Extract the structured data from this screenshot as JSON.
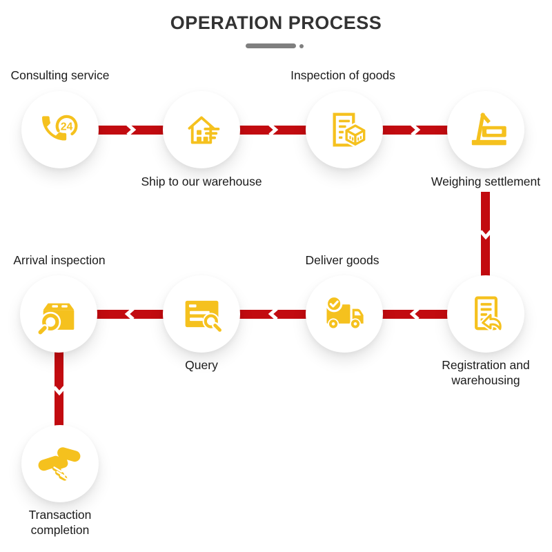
{
  "title": "OPERATION PROCESS",
  "colors": {
    "accent": "#F5C11E",
    "arrow": "#C20B10",
    "title": "#333333",
    "label": "#1B1B1B",
    "divider": "#7F7F7F"
  },
  "phone_badge": "24",
  "steps": [
    {
      "label": "Consulting service",
      "icon": "phone-24-icon",
      "label_position": "above"
    },
    {
      "label": "Ship to our warehouse",
      "icon": "warehouse-house-icon",
      "label_position": "below"
    },
    {
      "label": "Inspection of goods",
      "icon": "document-cube-icon",
      "label_position": "above"
    },
    {
      "label": "Weighing settlement",
      "icon": "weighbridge-scale-icon",
      "label_position": "below"
    },
    {
      "label": "Registration and warehousing",
      "icon": "registration-document-icon",
      "label_position": "below"
    },
    {
      "label": "Deliver goods",
      "icon": "delivery-truck-icon",
      "label_position": "above"
    },
    {
      "label": "Query",
      "icon": "query-search-icon",
      "label_position": "below"
    },
    {
      "label": "Arrival inspection",
      "icon": "package-search-icon",
      "label_position": "above"
    },
    {
      "label": "Transaction completion",
      "icon": "handshake-icon",
      "label_position": "below"
    }
  ]
}
